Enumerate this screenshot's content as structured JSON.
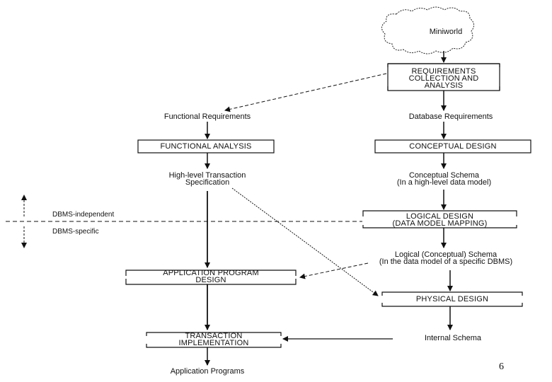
{
  "nodes": {
    "miniworld": "Miniworld",
    "requirements_line1": "REQUIREMENTS",
    "requirements_line2": "COLLECTION AND",
    "requirements_line3": "ANALYSIS",
    "functional_requirements": "Functional Requirements",
    "database_requirements": "Database Requirements",
    "functional_analysis": "FUNCTIONAL ANALYSIS",
    "conceptual_design": "CONCEPTUAL DESIGN",
    "transaction_spec_line1": "High-level Transaction",
    "transaction_spec_line2": "Specification",
    "conceptual_schema_line1": "Conceptual Schema",
    "conceptual_schema_line2": "(In a high-level data model)",
    "logical_design_line1": "LOGICAL DESIGN",
    "logical_design_line2": "(DATA MODEL MAPPING)",
    "logical_schema_line1": "Logical (Conceptual) Schema",
    "logical_schema_line2": "(In the data model of a specific DBMS)",
    "app_program_design_line1": "APPLICATION PROGRAM",
    "app_program_design_line2": "DESIGN",
    "physical_design": "PHYSICAL DESIGN",
    "transaction_impl_line1": "TRANSACTION",
    "transaction_impl_line2": "IMPLEMENTATION",
    "internal_schema": "Internal Schema",
    "application_programs": "Application Programs"
  },
  "divider": {
    "independent": "DBMS-independent",
    "specific": "DBMS-specific"
  },
  "page_number": "6"
}
